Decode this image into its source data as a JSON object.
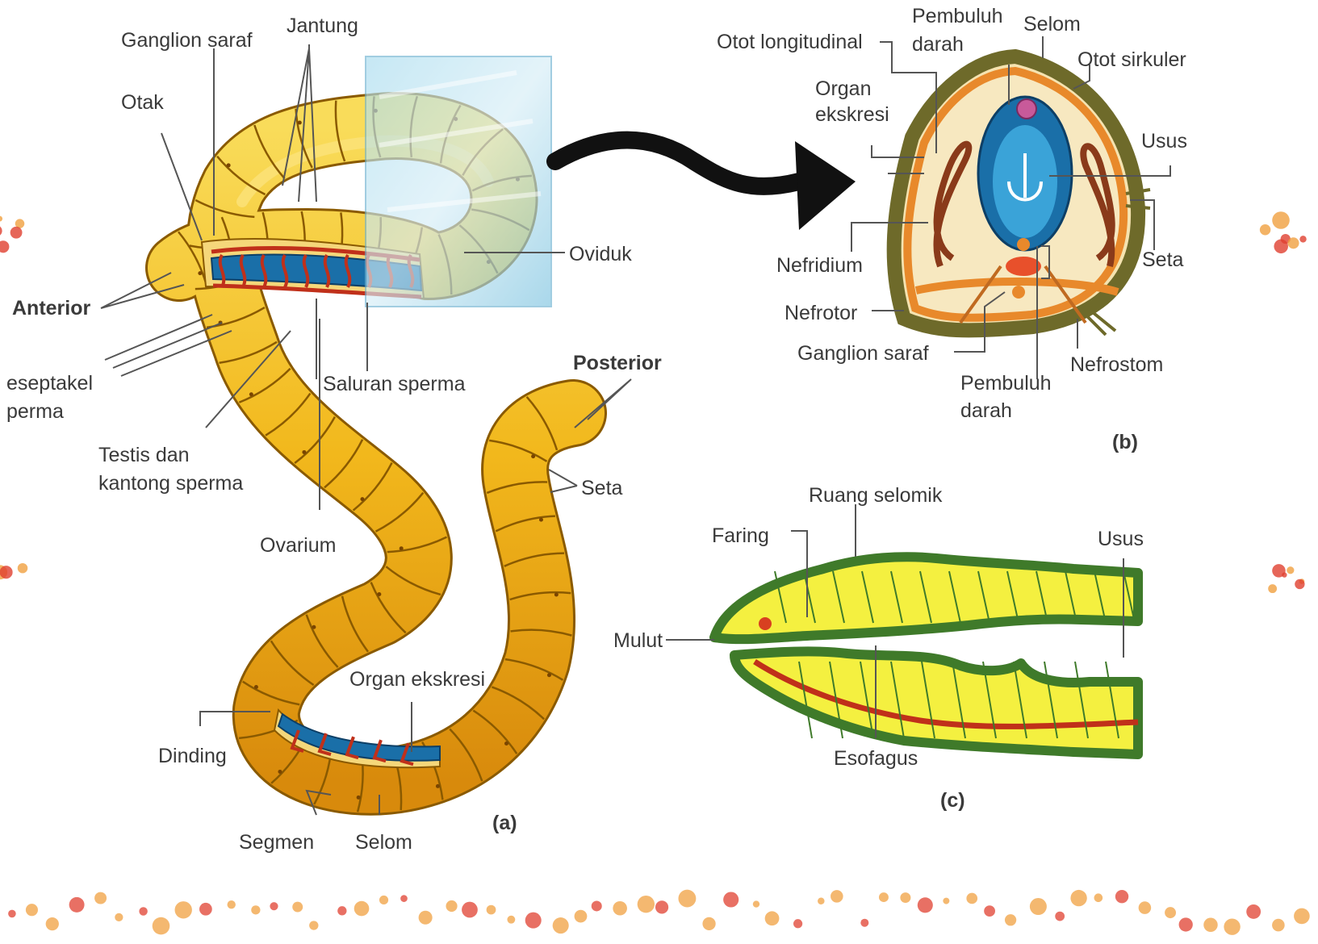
{
  "colors": {
    "body_yellow": "#f2b81c",
    "body_yellow_light": "#f8d54a",
    "body_outline": "#8a5a00",
    "gut_blue": "#1a6fa8",
    "vessel_red": "#c0301a",
    "olive_wall": "#6e6a2a",
    "coelom_cream": "#f6e6b8",
    "muscle_orange": "#e8892b",
    "green_outline": "#3f7a2a",
    "section_yellow": "#f4f040",
    "glass_blue": "#8ecfe8",
    "arrow_black": "#111111",
    "dot_red": "#e04030",
    "dot_orange": "#f0a040"
  },
  "figure_a": {
    "panel_letter": "(a)",
    "labels": {
      "ganglion_saraf": "Ganglion saraf",
      "jantung": "Jantung",
      "otak": "Otak",
      "anterior": "Anterior",
      "reseptakel_line1": "eseptakel",
      "reseptakel_line2": "perma",
      "testis_line1": "Testis dan",
      "testis_line2": "kantong sperma",
      "saluran_sperma": "Saluran sperma",
      "oviduk": "Oviduk",
      "ovarium": "Ovarium",
      "posterior": "Posterior",
      "seta": "Seta",
      "organ_ekskresi": "Organ ekskresi",
      "dinding": "Dinding",
      "segmen": "Segmen",
      "selom": "Selom"
    }
  },
  "figure_b": {
    "panel_letter": "(b)",
    "labels": {
      "pembuluh_darah_top_1": "Pembuluh",
      "pembuluh_darah_top_2": "darah",
      "selom": "Selom",
      "otot_longitudinal": "Otot longitudinal",
      "otot_sirkuler": "Otot sirkuler",
      "organ_ekskresi_1": "Organ",
      "organ_ekskresi_2": "ekskresi",
      "usus": "Usus",
      "nefridium": "Nefridium",
      "seta": "Seta",
      "nefrotor": "Nefrotor",
      "ganglion_saraf": "Ganglion saraf",
      "nefrostom": "Nefrostom",
      "pembuluh_darah_bottom_1": "Pembuluh",
      "pembuluh_darah_bottom_2": "darah"
    }
  },
  "figure_c": {
    "panel_letter": "(c)",
    "labels": {
      "ruang_selomik": "Ruang selomik",
      "faring": "Faring",
      "usus": "Usus",
      "mulut": "Mulut",
      "esofagus": "Esofagus"
    }
  }
}
